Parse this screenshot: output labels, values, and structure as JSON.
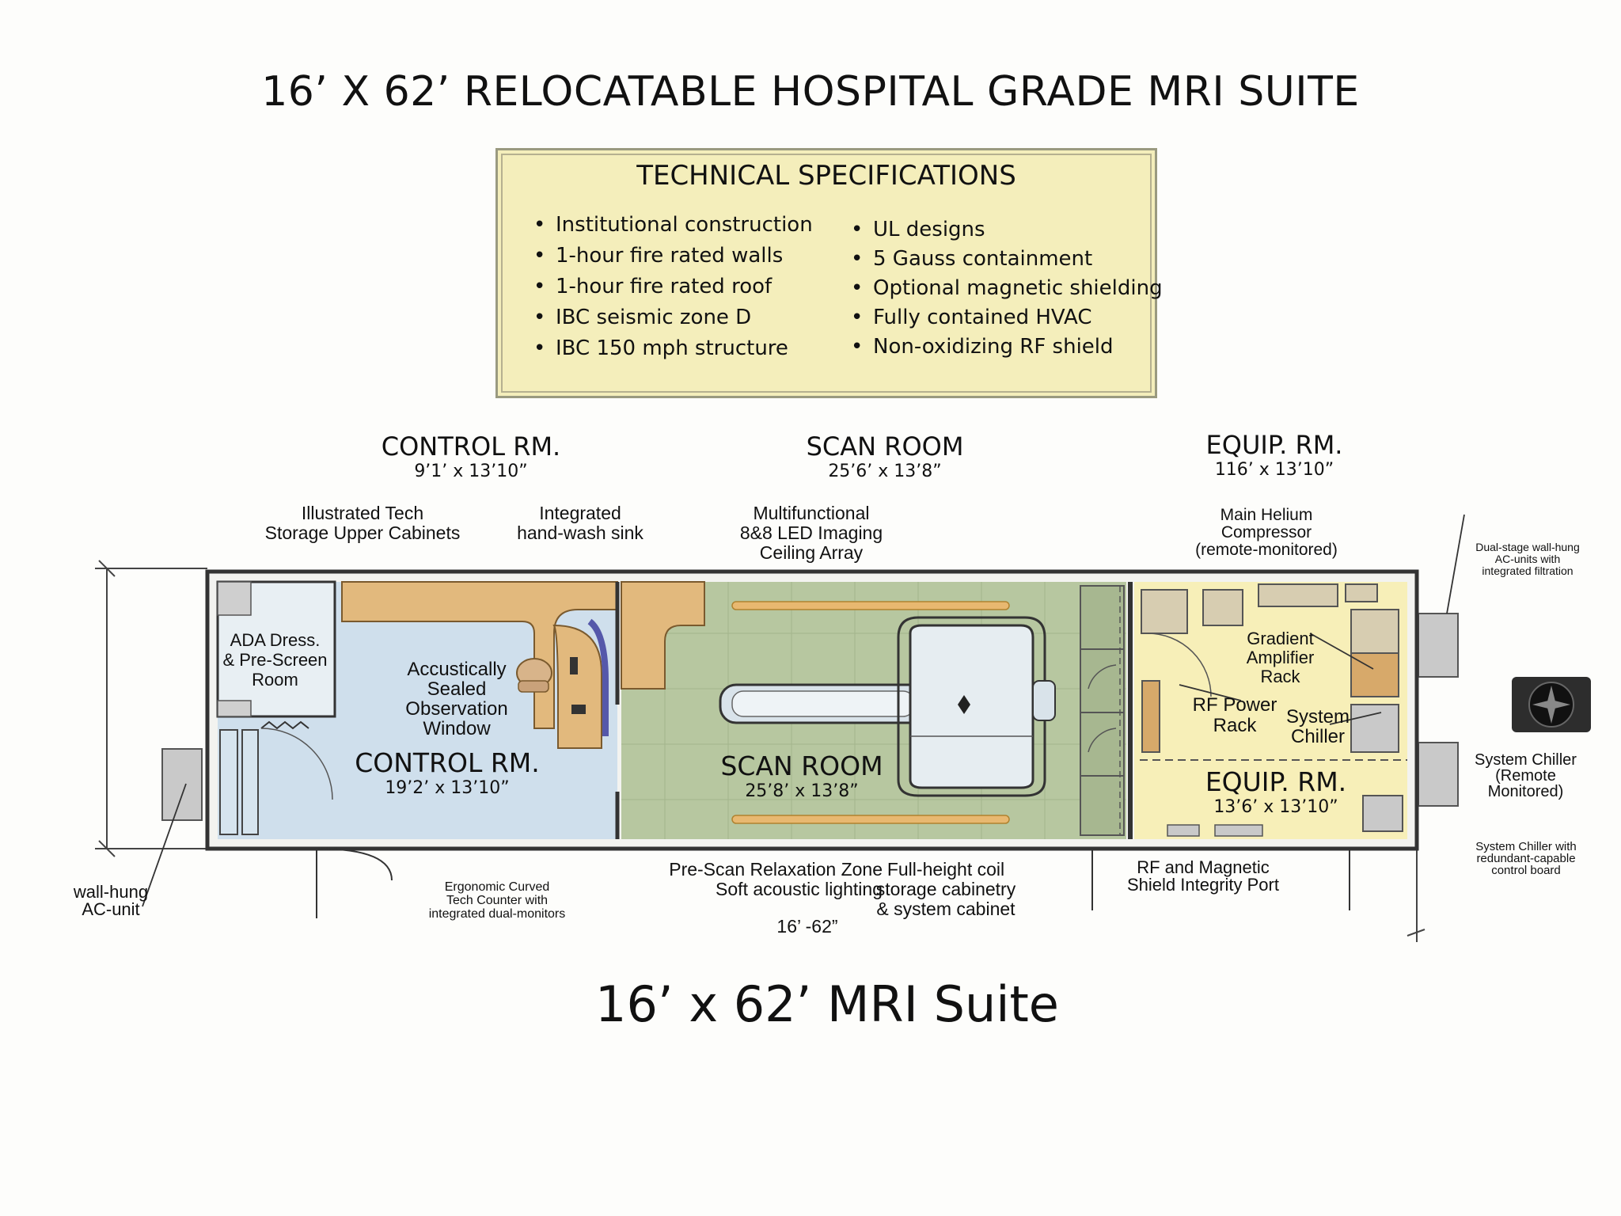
{
  "title": "16’ X 62’ RELOCATABLE HOSPITAL GRADE MRI SUITE",
  "specs": {
    "heading": "TECHNICAL SPECIFICATIONS",
    "left": [
      "Institutional construction",
      "1-hour fire rated walls",
      "1-hour fire rated roof",
      "IBC seismic zone D",
      "IBC 150 mph structure"
    ],
    "right": [
      "UL designs",
      "5 Gauss containment",
      "Optional magnetic shielding",
      "Fully contained HVAC",
      "Non-oxidizing RF shield"
    ]
  },
  "section_headers": {
    "control": {
      "name": "CONTROL RM.",
      "dim": "9’1’ x 13’10”"
    },
    "scan": {
      "name": "SCAN ROOM",
      "dim": "25’6’ x 13’8”"
    },
    "equip": {
      "name": "EQUIP. RM.",
      "dim": "116’ x 13’10”"
    }
  },
  "callouts_top": {
    "tech_storage": [
      "Illustrated Tech",
      "Storage Upper Cabinets"
    ],
    "sink": [
      "Integrated",
      "hand-wash sink"
    ],
    "led": [
      "Multifunctional",
      "8&8 LED Imaging",
      "Ceiling Array"
    ],
    "helium": [
      "Main Helium",
      "Compressor",
      "(remote-monitored)"
    ],
    "dual_ac": [
      "Dual-stage wall-hung",
      "AC-units with",
      "integrated filtration"
    ]
  },
  "rooms": {
    "ada": [
      "ADA Dress.",
      "& Pre-Screen",
      "Room"
    ],
    "window": [
      "Accustically",
      "Sealed",
      "Observation",
      "Window"
    ],
    "control": {
      "name": "CONTROL RM.",
      "dim": "19’2’ x 13’10”"
    },
    "scan": {
      "name": "SCAN ROOM",
      "dim": "25’8’ x 13’8”"
    },
    "gradient": [
      "Gradient",
      "Amplifier",
      "Rack"
    ],
    "rf_power": [
      "RF Power",
      "Rack"
    ],
    "chiller_in": [
      "System",
      "Chiller"
    ],
    "equip": {
      "name": "EQUIP. RM.",
      "dim": "13’6’ x 13’10”"
    }
  },
  "callouts_bottom": {
    "wall_ac": [
      "wall-hung",
      "AC-unit"
    ],
    "counter": [
      "Ergonomic Curved",
      "Tech Counter with",
      "integrated dual-monitors"
    ],
    "prescan": [
      "Pre-Scan Relaxation Zone",
      "Soft acoustic lighting"
    ],
    "coil": [
      "Full-height coil",
      "storage cabinetry",
      "& system cabinet"
    ],
    "overall_dim": "16’ -62”",
    "rf_port": [
      "RF and Magnetic",
      "Shield Integrity Port"
    ],
    "chiller_ext": [
      "System Chiller",
      "(Remote",
      "Monitored)"
    ],
    "chiller_board": [
      "System Chiller with",
      "redundant-capable",
      "control board"
    ]
  },
  "subtitle": "16’ x 62’ MRI Suite",
  "colors": {
    "control_fill": "#cfdfec",
    "scan_fill": "#b7c7a0",
    "equip_fill": "#f7efb8",
    "spec_fill": "#f4eebb",
    "wood": "#e2b97d",
    "wall": "#333333"
  }
}
